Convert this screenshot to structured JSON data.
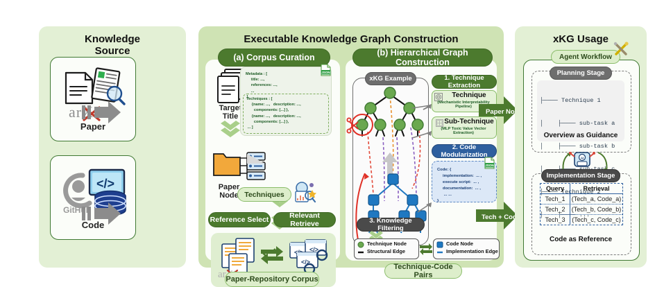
{
  "panels": {
    "knowledge_source": {
      "title_line1": "Knowledge",
      "title_line2": "Source",
      "cards": [
        {
          "label": "Paper",
          "icon": "arxiv-paper-icon",
          "brand": "arXiv"
        },
        {
          "label": "Code",
          "icon": "github-code-icon",
          "brand": "GitHub"
        }
      ]
    },
    "ekg": {
      "title": "Executable Knowledge Graph Construction",
      "stage_a": {
        "title": "(a) Corpus Curation",
        "target_title": "Target\nTitle",
        "target_title_l1": "Target",
        "target_title_l2": "Title",
        "paper_node_l1": "Paper",
        "paper_node_l2": "Node",
        "json_badge": "JSON",
        "json_lines": "Metadata : [\n     title: ...,\n     references: ...,\n     ...\n ],",
        "json_inner_lines": "Techniques : [\n     {name: ...,   description: ...,\n       components: [...] },\n     {name: ...,   description: ...,\n       components: [...] },\n ... ]",
        "techniques_label": "Techniques",
        "reference_select": "Reference Select",
        "relevant_retrieve": "Relevant Retrieve",
        "corpus_label": "Paper-Repository Corpus"
      },
      "stage_b": {
        "title": "(b) Hierarchical Graph Construction",
        "xkg_example": "xKG Example",
        "step1": "1. Technique Extraction",
        "technique_label": "Technique",
        "technique_sub": "(Mechanistic Interpretability Pipeline)",
        "subtechnique_label": "Sub-Technique",
        "subtechnique_sub": "(MLP Toxic Value Vector Extraction)",
        "step2": "2. Code Modularization",
        "code_badge": "JSON",
        "code_lines": "Code: {\n     implementation:  ... ,\n     execute script:  ... ,\n     documentation:  ... ,\n      ... ...\n}",
        "step3": "3. Knowledge Filtering",
        "legend": {
          "technique_node": "Technique Node",
          "structural_edge": "Structural Edge",
          "code_node": "Code Node",
          "implementation_edge": "Implementation Edge"
        },
        "pairs_label": "Technique-Code Pairs"
      }
    },
    "usage": {
      "title": "xKG Usage",
      "agent_workflow": "Agent Workflow",
      "planning_stage": "Planning Stage",
      "plan_tree": [
        "├──── Technique 1",
        "│    ├──── sub-task a",
        "│    ├──── sub-task b",
        "│    ├──── sub-task c",
        "├──── Technique 2",
        "│    ├──── ..."
      ],
      "overview_caption": "Overview as Guidance",
      "implementation_stage": "Implementation Stage",
      "table": {
        "headers": [
          "Query",
          "Retrieval"
        ],
        "rows": [
          [
            "Tech_1",
            "(Tech_a, Code_a)"
          ],
          [
            "Tech_2",
            "(Tech_b, Code_b)"
          ],
          [
            "Tech_3",
            "(Tech_c, Code_c)"
          ]
        ]
      },
      "code_caption": "Code as Reference"
    }
  },
  "connectors": {
    "paper_node_arrow": "Paper Node",
    "tech_code_arrow": "Tech + Code"
  },
  "colors": {
    "panel_light": "#e3f0d5",
    "panel_mid": "#cfe3b4",
    "dark_green": "#4c7a2e",
    "node_green": "#6aa84f",
    "node_blue": "#1f78c1",
    "grey_pill": "#6e6e6e",
    "navy_pill": "#2e5f9e",
    "red_accent": "#e03127"
  }
}
